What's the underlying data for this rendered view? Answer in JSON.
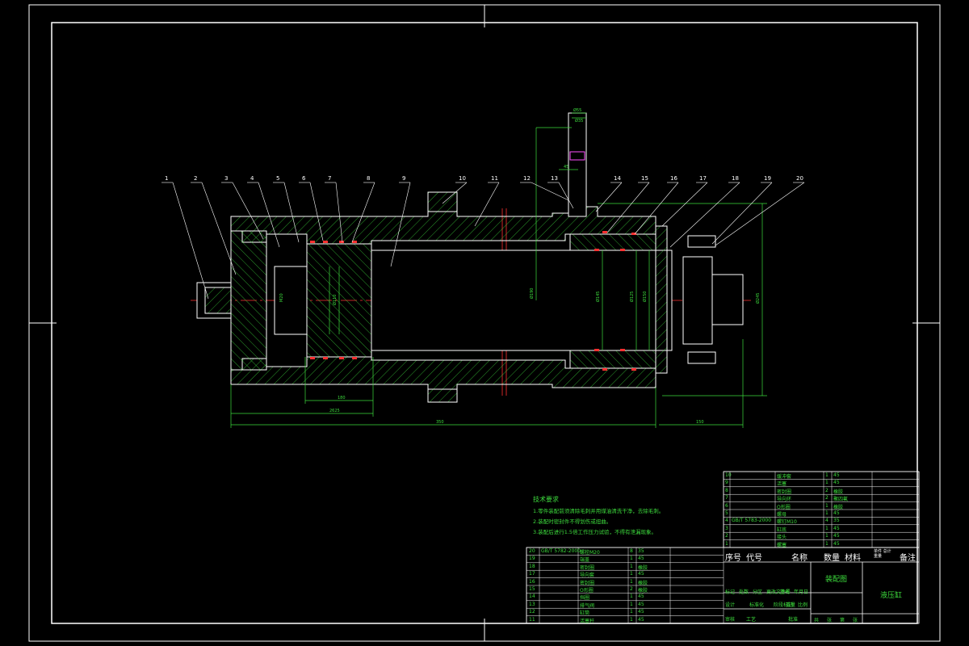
{
  "balloons": [
    "1",
    "2",
    "3",
    "4",
    "5",
    "6",
    "7",
    "8",
    "9",
    "10",
    "11",
    "12",
    "13",
    "14",
    "15",
    "16",
    "17",
    "18",
    "19",
    "20"
  ],
  "dimensions": {
    "top_small_1": "Ø55",
    "top_small_2": "Ø35",
    "side_1": "45",
    "bottom_1": "180",
    "bottom_2": "2625",
    "bottom_3": "350",
    "bottom_4": "150",
    "vert_1": "Ø190",
    "vert_2": "Ø145",
    "vert_3": "Ø125",
    "vert_4": "Ø150",
    "vert_5": "Ø245",
    "left_1": "M20",
    "left_2": "Ø110"
  },
  "tech_requirements": {
    "title": "技术要求",
    "lines": [
      "1.零件装配前须清除毛刺并用煤油清洗干净，去除毛刺。",
      "2.装配时密封件不得划伤或扭曲。",
      "3.装配后进行1.5倍工作压力试验，不得有泄漏现象。"
    ]
  },
  "title_block": {
    "headers": [
      "序号",
      "代号",
      "名称",
      "数量",
      "材料",
      "单件 总计 重量",
      "备注"
    ],
    "drawing_name": "装配图",
    "product_name": "液压缸",
    "left_rows": [
      {
        "no": "20",
        "code": "GB/T 5782-2000",
        "name": "螺栓M20",
        "qty": "8",
        "mat": "35"
      },
      {
        "no": "19",
        "code": "",
        "name": "端盖",
        "qty": "1",
        "mat": "45"
      },
      {
        "no": "18",
        "code": "",
        "name": "密封圈",
        "qty": "1",
        "mat": "橡胶"
      },
      {
        "no": "17",
        "code": "",
        "name": "导向套",
        "qty": "1",
        "mat": "45"
      },
      {
        "no": "16",
        "code": "",
        "name": "密封圈",
        "qty": "1",
        "mat": "橡胶"
      },
      {
        "no": "15",
        "code": "",
        "name": "O形圈",
        "qty": "2",
        "mat": "橡胶"
      },
      {
        "no": "14",
        "code": "",
        "name": "挡圈",
        "qty": "1",
        "mat": "45"
      },
      {
        "no": "13",
        "code": "",
        "name": "排气阀",
        "qty": "1",
        "mat": "45"
      },
      {
        "no": "12",
        "code": "",
        "name": "缸筒",
        "qty": "1",
        "mat": "45"
      },
      {
        "no": "11",
        "code": "",
        "name": "活塞杆",
        "qty": "1",
        "mat": "45"
      }
    ],
    "right_rows": [
      {
        "no": "10",
        "code": "",
        "name": "缓冲套",
        "qty": "1",
        "mat": "45"
      },
      {
        "no": "9",
        "code": "",
        "name": "活塞",
        "qty": "1",
        "mat": "45"
      },
      {
        "no": "8",
        "code": "",
        "name": "密封圈",
        "qty": "2",
        "mat": "橡胶"
      },
      {
        "no": "7",
        "code": "",
        "name": "导向环",
        "qty": "2",
        "mat": "聚四氟"
      },
      {
        "no": "6",
        "code": "",
        "name": "O形圈",
        "qty": "1",
        "mat": "橡胶"
      },
      {
        "no": "5",
        "code": "",
        "name": "螺母",
        "qty": "1",
        "mat": "45"
      },
      {
        "no": "4",
        "code": "GB/T 5783-2000",
        "name": "螺钉M10",
        "qty": "4",
        "mat": "35"
      },
      {
        "no": "3",
        "code": "",
        "name": "缸底",
        "qty": "1",
        "mat": "45"
      },
      {
        "no": "2",
        "code": "",
        "name": "接头",
        "qty": "1",
        "mat": "45"
      },
      {
        "no": "1",
        "code": "",
        "name": "螺塞",
        "qty": "1",
        "mat": "45"
      }
    ],
    "sign_row": [
      "标记",
      "处数",
      "分区",
      "更改文件号",
      "签名",
      "年月日"
    ],
    "sign_row2": [
      "设计",
      "",
      "标准化",
      "",
      "阶段标记",
      "重量",
      "比例"
    ],
    "sign_row3": [
      "审核",
      "工艺",
      "",
      "批准"
    ],
    "sheet": [
      "共",
      "张",
      "第",
      "张"
    ]
  },
  "colors": {
    "outline": "#ffffff",
    "hatch": "#3ddc3d",
    "center": "#ff3030",
    "dim": "#3ddc3d",
    "seal": "#ff3030"
  }
}
